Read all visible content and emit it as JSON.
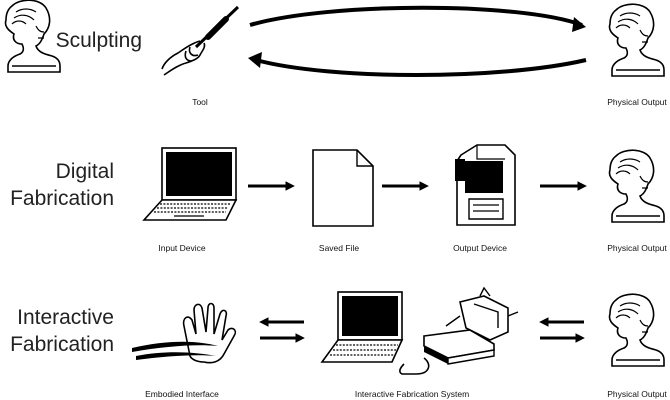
{
  "rows": [
    {
      "title_lines": [
        "Sculpting"
      ],
      "captions": [
        "Tool",
        "Physical Output"
      ]
    },
    {
      "title_lines": [
        "Digital",
        "Fabrication"
      ],
      "captions": [
        "Input Device",
        "Saved File",
        "Output Device",
        "Physical Output"
      ]
    },
    {
      "title_lines": [
        "Interactive",
        "Fabrication"
      ],
      "captions": [
        "Embodied Interface",
        "Interactive Fabrication System",
        "Physical Output"
      ]
    }
  ],
  "icons": {
    "sculpting": [
      "hand-with-chisel-icon",
      "cycle-arrows-icon",
      "bust-icon"
    ],
    "digital": [
      "laptop-icon",
      "document-icon",
      "3d-printer-icon",
      "bust-icon"
    ],
    "interactive": [
      "gesturing-hand-icon",
      "laptop-icon",
      "fabrication-machine-icon",
      "bust-icon"
    ]
  }
}
